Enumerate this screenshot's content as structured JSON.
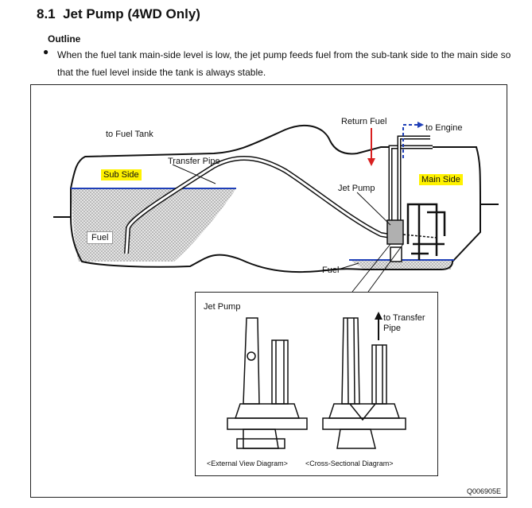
{
  "section": {
    "number": "8.1",
    "title": "Jet Pump (4WD Only)"
  },
  "outline": {
    "heading": "Outline",
    "bullet_symbol": "●",
    "text": "When the fuel tank main-side level is low, the jet pump feeds fuel from the sub-tank side to the main side so that the fuel level inside the tank is always stable."
  },
  "figure": {
    "labels": {
      "to_fuel_tank": "to Fuel Tank",
      "transfer_pipe": "Transfer Pipe",
      "sub_side": "Sub Side",
      "fuel_sub": "Fuel",
      "return_fuel": "Return Fuel",
      "to_engine": "to Engine",
      "jet_pump": "Jet Pump",
      "main_side": "Main Side",
      "fuel_main": "Fuel"
    },
    "detail": {
      "title": "Jet Pump",
      "to_transfer_pipe": "to Transfer\nPipe",
      "external_caption": "<External View Diagram>",
      "cross_caption": "<Cross-Sectional Diagram>"
    },
    "figure_id": "Q006905E",
    "colors": {
      "highlight": "#fff200",
      "fuel_line": "#1f3fb8",
      "return_arrow": "#d82020",
      "engine_arrow": "#1f3fb8"
    }
  }
}
